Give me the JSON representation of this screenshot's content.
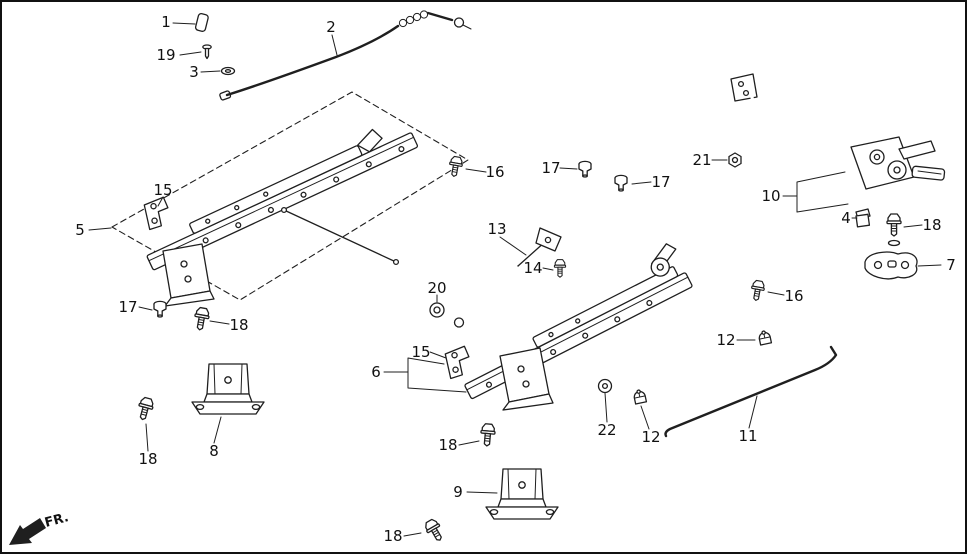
{
  "diagram": {
    "type": "exploded-parts-diagram",
    "subject": "seat-rail-components",
    "direction_label": "FR.",
    "colors": {
      "line": "#1f1f1f",
      "background": "#ffffff"
    },
    "callouts": {
      "c1": "1",
      "c2": "2",
      "c3": "3",
      "c4": "4",
      "c5": "5",
      "c6": "6",
      "c7": "7",
      "c8": "8",
      "c9": "9",
      "c10": "10",
      "c11": "11",
      "c12a": "12",
      "c12b": "12",
      "c13": "13",
      "c14": "14",
      "c15a": "15",
      "c15b": "15",
      "c16a": "16",
      "c16b": "16",
      "c17a": "17",
      "c17b": "17",
      "c17c": "17",
      "c18a": "18",
      "c18b": "18",
      "c18c": "18",
      "c18d": "18",
      "c18e": "18",
      "c19": "19",
      "c20": "20",
      "c21": "21",
      "c22": "22"
    }
  }
}
